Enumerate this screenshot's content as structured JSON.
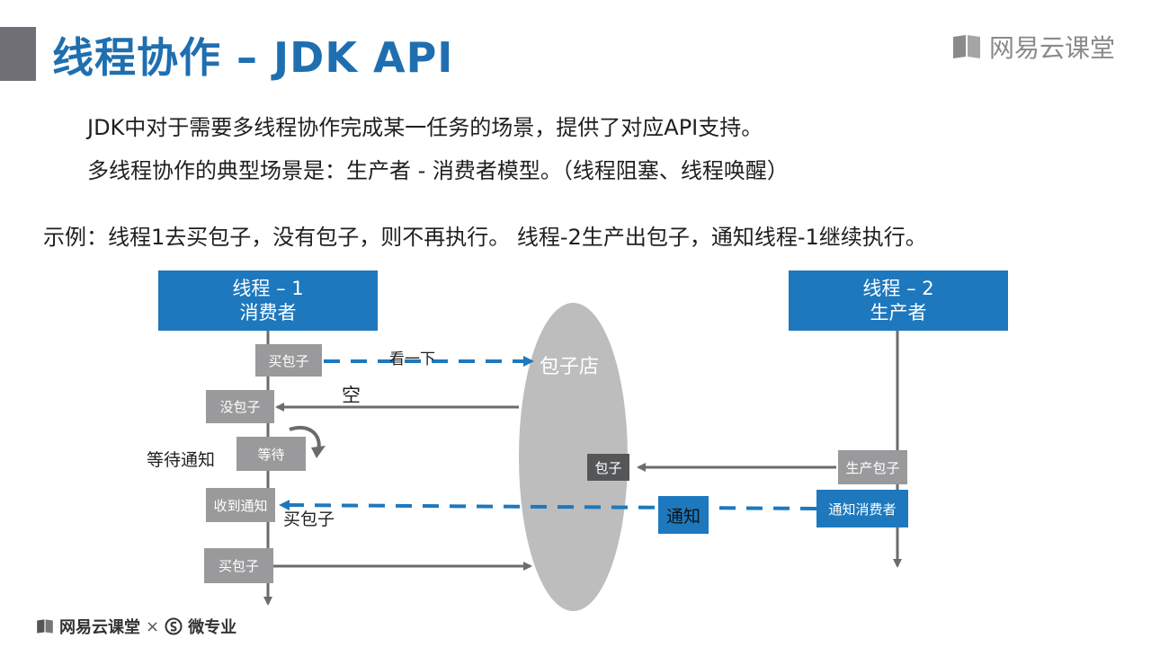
{
  "header": {
    "title": "线程协作 – JDK API",
    "brand": "网易云课堂"
  },
  "body": {
    "line1": "JDK中对于需要多线程协作完成某一任务的场景，提供了对应API支持。",
    "line2": "多线程协作的典型场景是：生产者 - 消费者模型。（线程阻塞、线程唤醒）",
    "example": "示例：线程1去买包子，没有包子，则不再执行。 线程-2生产出包子，通知线程-1继续执行。"
  },
  "diagram": {
    "thread1": {
      "name": "线程 – 1",
      "role": "消费者"
    },
    "thread2": {
      "name": "线程 – 2",
      "role": "生产者"
    },
    "shop": "包子店",
    "nodes": {
      "buy1": "买包子",
      "none": "没包子",
      "wait": "等待",
      "received": "收到通知",
      "buy2": "买包子",
      "bun": "包子",
      "produce": "生产包子",
      "notify_consumer": "通知消费者",
      "notify": "通知"
    },
    "labels": {
      "look": "看一下",
      "empty": "空",
      "wait_notice": "等待通知",
      "buy_bun": "买包子"
    },
    "colors": {
      "accent": "#1e78bd",
      "node": "#9a9a9c",
      "shop": "#bdbdbd",
      "arrow": "#6b6b6e"
    }
  },
  "footer": {
    "brand": "网易云课堂",
    "times": "×",
    "partner": "微专业"
  }
}
